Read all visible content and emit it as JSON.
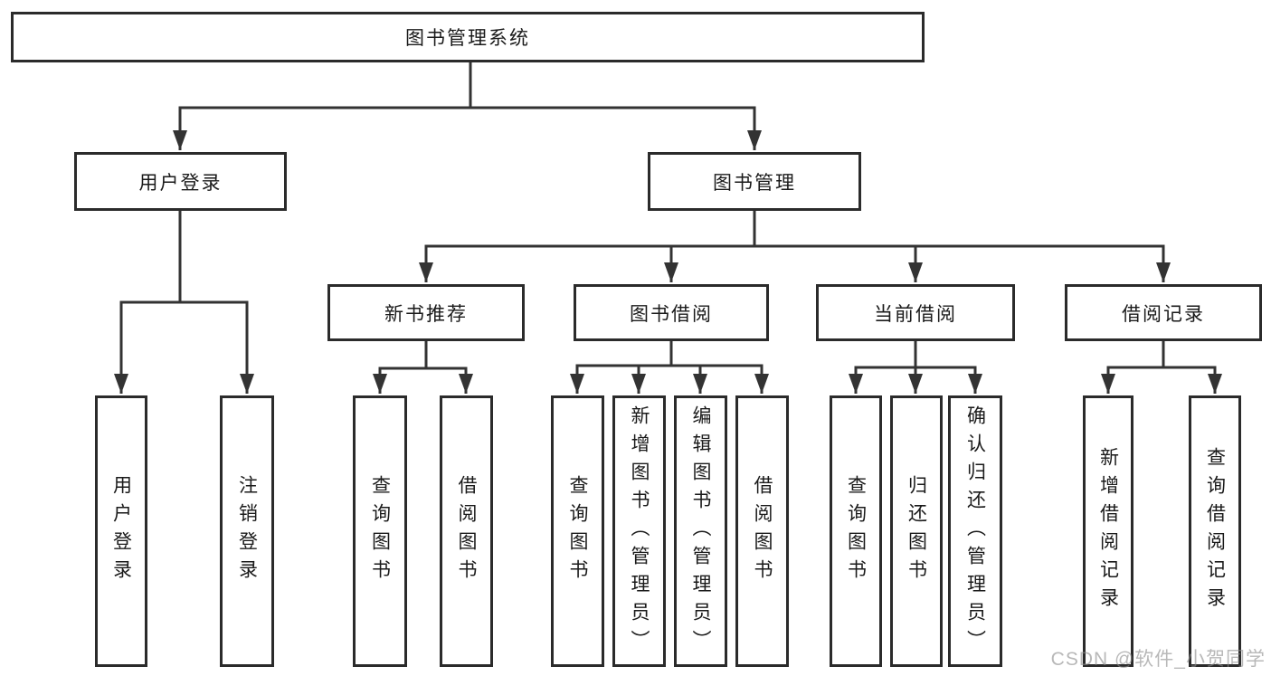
{
  "diagram_title": "图书管理系统",
  "nodes": {
    "root": "图书管理系统",
    "user_login": "用户登录",
    "book_mgmt": "图书管理",
    "new_book": "新书推荐",
    "book_borrow": "图书借阅",
    "current_borrow": "当前借阅",
    "borrow_record": "借阅记录",
    "leaves": {
      "login": "用户登录",
      "logout": "注销登录",
      "nb_query": "查询图书",
      "nb_borrow": "借阅图书",
      "bb_query": "查询图书",
      "bb_add": "新增图书（管理员）",
      "bb_edit": "编辑图书（管理员）",
      "bb_borrow": "借阅图书",
      "cb_query": "查询图书",
      "cb_return": "归还图书",
      "cb_confirm": "确认归还（管理员）",
      "br_add": "新增借阅记录",
      "br_query": "查询借阅记录"
    }
  },
  "structure": {
    "root": [
      "user_login",
      "book_mgmt"
    ],
    "user_login": [
      "login",
      "logout"
    ],
    "book_mgmt": [
      "new_book",
      "book_borrow",
      "current_borrow",
      "borrow_record"
    ],
    "new_book": [
      "nb_query",
      "nb_borrow"
    ],
    "book_borrow": [
      "bb_query",
      "bb_add",
      "bb_edit",
      "bb_borrow"
    ],
    "current_borrow": [
      "cb_query",
      "cb_return",
      "cb_confirm"
    ],
    "borrow_record": [
      "br_add",
      "br_query"
    ]
  },
  "colors": {
    "line": "#333333",
    "box_border": "#2b2b2b",
    "text": "#1a1a1a",
    "background": "#ffffff",
    "watermark": "#8c8c8c"
  },
  "watermark": "CSDN @软件_小贺同学"
}
